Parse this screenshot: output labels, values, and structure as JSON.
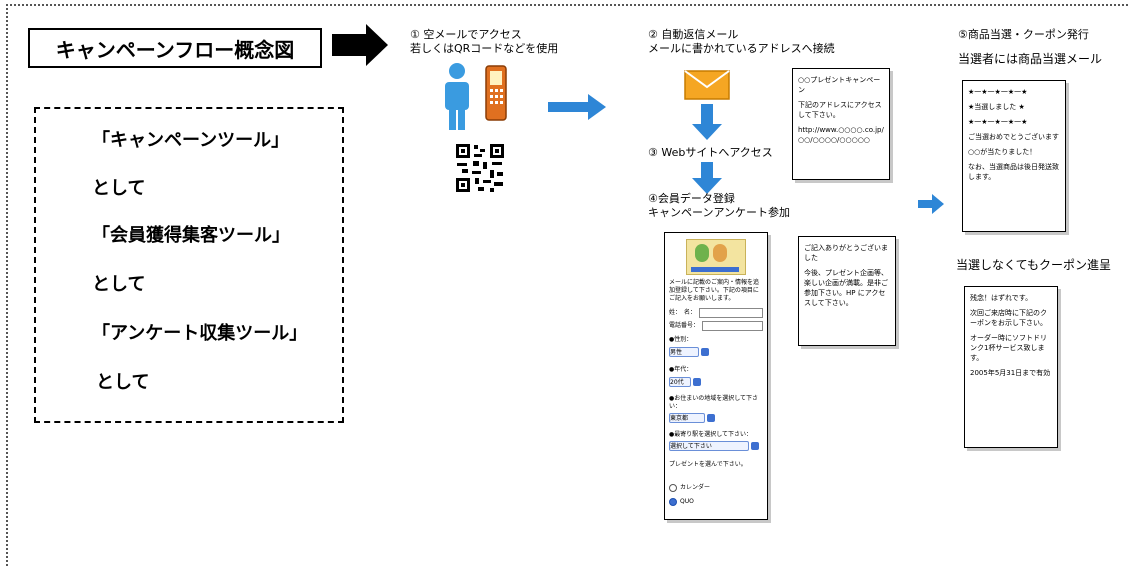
{
  "title": "キャンペーンフロー概念図",
  "left_box": {
    "lines": [
      "「キャンペーンツール」",
      "として",
      "「会員獲得集客ツール」",
      "として",
      "「アンケート収集ツール」",
      "として"
    ]
  },
  "step1": {
    "line1": "① 空メールでアクセス",
    "line2": "若しくはQRコードなどを使用"
  },
  "step2": {
    "line1": "② 自動返信メール",
    "line2": "メールに書かれているアドレスへ接続"
  },
  "step3": {
    "label": "③ Webサイトへアクセス"
  },
  "step4": {
    "line1": "④会員データ登録",
    "line2": "キャンペーンアンケート参加"
  },
  "step5": {
    "line1": "⑤商品当選・クーポン発行",
    "line2": "当選者には商品当選メール",
    "line3": "当選しなくてもクーポン進呈"
  },
  "email_card": [
    "○○プレゼントキャンペーン",
    "下記のアドレスにアクセスして下さい。",
    "http://www.○○○○.co.jp/○○/○○○○/○○○○○"
  ],
  "thanks_card": [
    "ご記入ありがとうございました",
    "今後、プレゼント企画等、楽しい企画が満載。是非ご参加下さい。HP にアクセスして下さい。"
  ],
  "winner_card": [
    "★一★一★一★一★",
    "★当選しました ★",
    "★一★一★一★一★",
    "ご当選おめでとうございます",
    "○○が当たりました！",
    "なお、当選商品は後日発送致します。"
  ],
  "coupon_card": [
    "残念！はずれです。",
    "次回ご来店時に下記のクーポンをお示し下さい。",
    "オーダー時にソフトドリンク1杯サービス致します。",
    "2005年5月31日まで有効"
  ],
  "form": {
    "intro": "メールに記載のご案内・情報を追加登録して下さい。下記の項目にご記入をお願いします。",
    "fields": [
      "姓：",
      "名：",
      "電話番号：",
      "●性別：",
      "●年代：",
      "●お住まいの地域を選択して下さい：",
      "●最寄り駅を選択して下さい："
    ],
    "select_values": [
      "男性",
      "20代",
      "東京都",
      "選択して下さい"
    ],
    "prompt": "プレゼントを選んで下さい。",
    "options": [
      "カレンダー",
      "QUO"
    ]
  },
  "colors": {
    "person": "#3a9be0",
    "phone": "#e07020",
    "envelope": "#f5a623",
    "arrow_blue": "#2e86d6"
  }
}
